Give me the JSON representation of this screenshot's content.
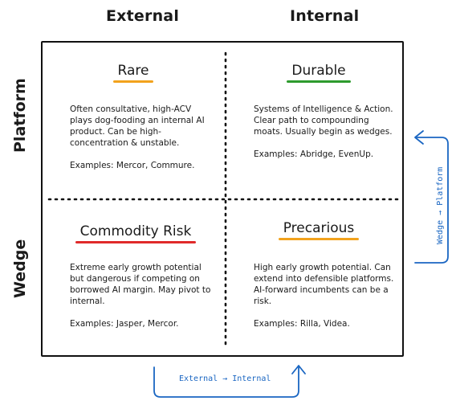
{
  "columns": {
    "external": "External",
    "internal": "Internal"
  },
  "rows": {
    "platform": "Platform",
    "wedge": "Wedge"
  },
  "quadrants": {
    "rare": {
      "title": "Rare",
      "underline_color": "#f2a21d",
      "body": "Often consultative, high-ACV plays dog-fooding an internal AI product. Can be high-concentration & unstable.",
      "examples": "Examples: Mercor, Commure."
    },
    "durable": {
      "title": "Durable",
      "underline_color": "#2e9b2e",
      "body": "Systems of Intelligence & Action. Clear path to compounding moats. Usually begin as wedges.",
      "examples": "Examples: Abridge, EvenUp."
    },
    "commodity_risk": {
      "title": "Commodity Risk",
      "underline_color": "#e02a2a",
      "body": "Extreme early growth potential but dangerous if competing on borrowed AI margin. May pivot to internal.",
      "examples": "Examples: Jasper, Mercor."
    },
    "precarious": {
      "title": "Precarious",
      "underline_color": "#f2a21d",
      "body": "High early growth potential. Can extend into defensible platforms. AI-forward incumbents can be a risk.",
      "examples": "Examples: Rilla, Videa."
    }
  },
  "arrows": {
    "horizontal_label": "External → Internal",
    "vertical_label": "Wedge → Platform",
    "color": "#1a66c2"
  }
}
